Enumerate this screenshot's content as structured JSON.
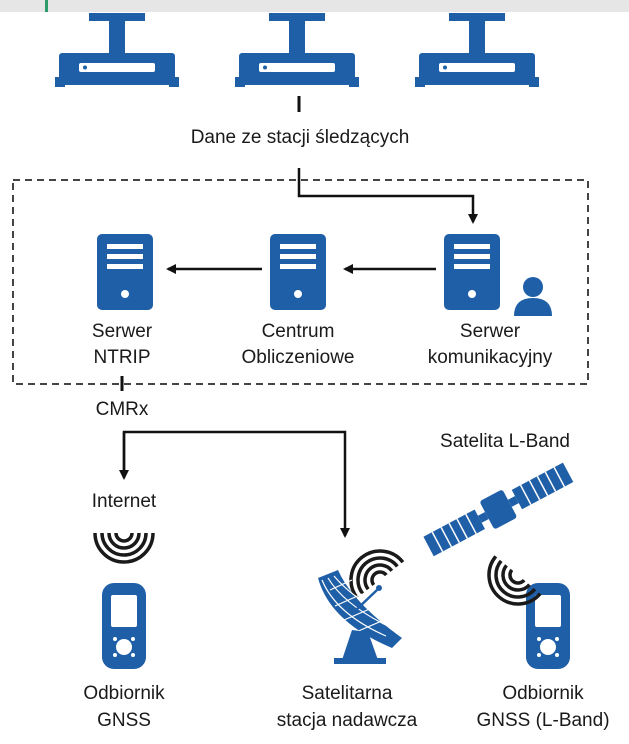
{
  "colors": {
    "blue": "#1f5fa8",
    "line": "#111111",
    "dash": "#444444",
    "accent": "#2e9b6b"
  },
  "labels": {
    "tracking_data": "Dane ze stacji śledzących",
    "ntrip_server": [
      "Serwer",
      "NTRIP"
    ],
    "computing_center": [
      "Centrum",
      "Obliczeniowe"
    ],
    "comm_server": [
      "Serwer",
      "komunikacyjny"
    ],
    "cmrx": "CMRx",
    "internet": "Internet",
    "satellite": "Satelita L-Band",
    "receiver_gnss": [
      "Odbiornik",
      "GNSS"
    ],
    "uplink_station": [
      "Satelitarna",
      "stacja nadawcza"
    ],
    "receiver_lband": [
      "Odbiornik",
      "GNSS (L-Band)"
    ]
  },
  "icons": {
    "stations": [
      "tracking-station-icon",
      "tracking-station-icon",
      "tracking-station-icon"
    ],
    "servers": [
      "server-icon",
      "server-icon",
      "server-icon"
    ],
    "person": "person-icon",
    "dish": "satellite-dish-icon",
    "satellite": "satellite-icon",
    "receiver": "gnss-receiver-icon",
    "signal": "signal-waves-icon"
  }
}
